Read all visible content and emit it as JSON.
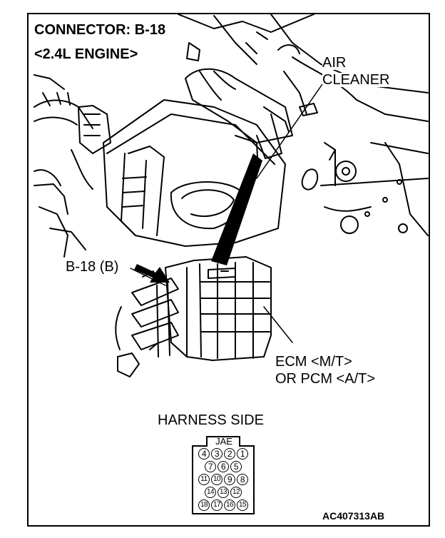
{
  "title": {
    "connector": "CONNECTOR: B-18",
    "engine": "<2.4L ENGINE>"
  },
  "callouts": {
    "air_cleaner_line1": "AIR",
    "air_cleaner_line2": "CLEANER",
    "connector_ref": "B-18 (B)",
    "ecm_line1": "ECM <M/T>",
    "ecm_line2": "OR PCM <A/T>"
  },
  "harness": {
    "title": "HARNESS SIDE",
    "standard": "JAE",
    "rows": [
      [
        "4",
        "3",
        "2",
        "1"
      ],
      [
        "7",
        "6",
        "5"
      ],
      [
        "11",
        "10",
        "9",
        "8"
      ],
      [
        "14",
        "13",
        "12"
      ],
      [
        "18",
        "17",
        "16",
        "15"
      ]
    ]
  },
  "figure_code": "AC407313AB"
}
